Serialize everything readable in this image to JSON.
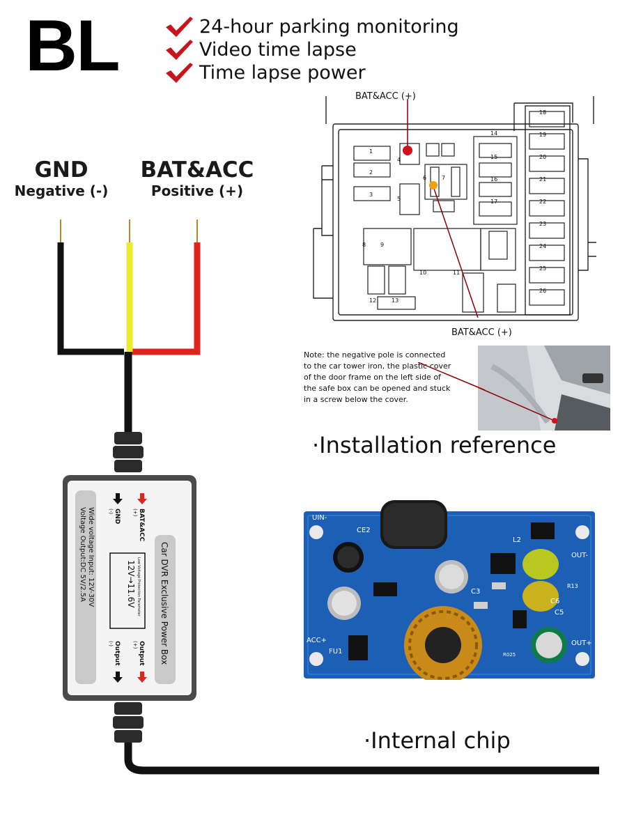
{
  "brand": "BL",
  "features": [
    "24-hour parking monitoring",
    "Video time lapse",
    "Time lapse power"
  ],
  "wires": {
    "gnd": {
      "title": "GND",
      "subtitle": "Negative (-)"
    },
    "bat": {
      "title": "BAT&ACC",
      "subtitle": "Positive (+)"
    }
  },
  "fuse_box": {
    "label_top": "BAT&ACC (+)",
    "label_bottom": "BAT&ACC (+)",
    "slot_numbers": [
      "1",
      "2",
      "3",
      "4",
      "5",
      "6",
      "7",
      "8",
      "9",
      "10",
      "11",
      "12",
      "13",
      "14",
      "15",
      "16",
      "17",
      "18",
      "19",
      "20",
      "21",
      "22",
      "23",
      "24",
      "25",
      "26"
    ]
  },
  "note": "Note: the negative pole is connected to the car tower iron, the plastic cover of the door frame on the left side of the safe box can be opened and stuck in a screw below the cover.",
  "installation_title": "·Installation reference",
  "internal_chip_title": "·Internal chip",
  "power_box": {
    "arrow_bat": "BAT&ACC",
    "arrow_bat_sign": "(+)",
    "arrow_gnd": "GND",
    "arrow_gnd_sign": "(-)",
    "output_left": "Output",
    "output_left_sign": "(-)",
    "output_right": "Output",
    "output_right_sign": "(+)",
    "title": "Car DVR Exclusive Power Box",
    "protection_label": "Low Voltage Protection Parameter",
    "protection_value": "12V→11.6V",
    "input_spec": "Wide voltage Input: 12V-30V",
    "output_spec": "Voltage Output:DC 5V/2.5A"
  },
  "pcb": {
    "labels": [
      "UIN-",
      "CE2",
      "L2",
      "OUT-",
      "C3",
      "R13",
      "C6",
      "C5",
      "ACC+",
      "FU1",
      "R025",
      "OUT+"
    ]
  },
  "colors": {
    "check": "#c8141c",
    "wire_red": "#e1231e",
    "wire_yellow": "#ecec2c",
    "wire_black": "#111111",
    "pcb_blue": "#1d5fb5"
  }
}
